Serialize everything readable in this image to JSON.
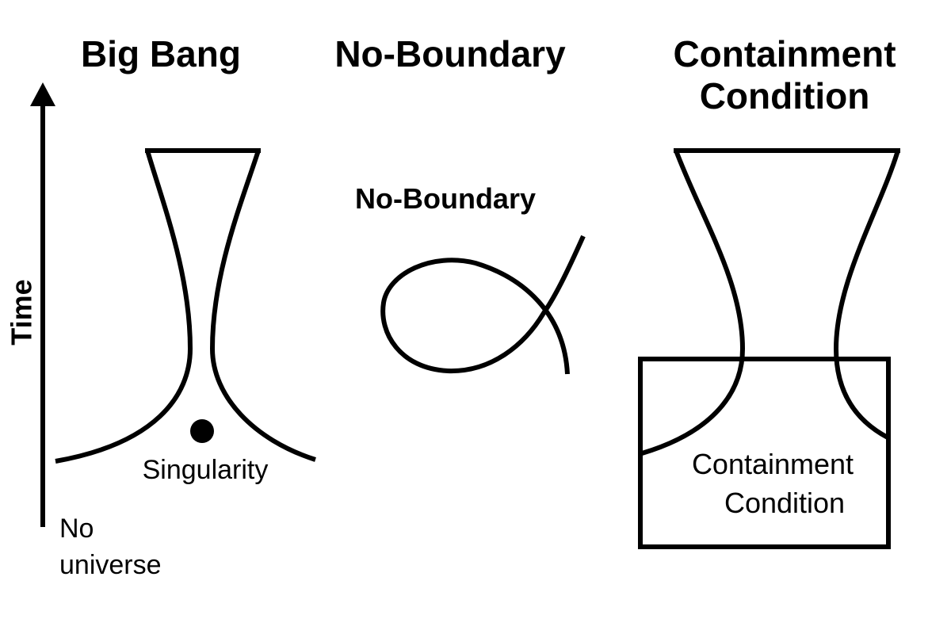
{
  "titles": {
    "big_bang": "Big Bang",
    "no_boundary": "No-Boundary",
    "containment_line1": "Containment",
    "containment_line2": "Condition"
  },
  "time_axis": {
    "label": "Time"
  },
  "labels": {
    "singularity": "Singularity",
    "no_universe_line1": "No",
    "no_universe_line2": "universe",
    "no_boundary_curve": "No-Boundary",
    "containment_box_line1": "Containment",
    "containment_box_line2": "Condition"
  },
  "colors": {
    "ink": "#000000",
    "background": "#ffffff"
  }
}
